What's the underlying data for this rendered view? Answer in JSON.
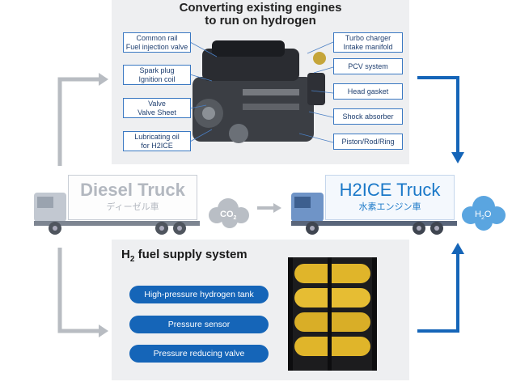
{
  "top_section": {
    "title_line1": "Converting existing engines",
    "title_line2": "to run on hydrogen",
    "left_labels": [
      {
        "line1": "Common rail",
        "line2": "Fuel injection valve"
      },
      {
        "line1": "Spark plug",
        "line2": "Ignition coil"
      },
      {
        "line1": "Valve",
        "line2": "Valve Sheet"
      },
      {
        "line1": "Lubricating oil",
        "line2": "for H2ICE"
      }
    ],
    "right_labels": [
      {
        "line1": "Turbo charger",
        "line2": "Intake manifold"
      },
      {
        "line1": "PCV system",
        "line2": ""
      },
      {
        "line1": "Head gasket",
        "line2": ""
      },
      {
        "line1": "Shock absorber",
        "line2": ""
      },
      {
        "line1": "Piston/Rod/Ring",
        "line2": ""
      }
    ]
  },
  "diesel_truck": {
    "name": "Diesel Truck",
    "name_jp": "ディーゼル車",
    "emission_main": "CO",
    "emission_sub": "2"
  },
  "h2ice_truck": {
    "name": "H2ICE Truck",
    "name_jp": "水素エンジン車",
    "emission_main": "H",
    "emission_sub": "2",
    "emission_tail": "O"
  },
  "bottom_section": {
    "title_main": "H",
    "title_sub": "2",
    "title_rest": " fuel supply system",
    "items": [
      "High-pressure hydrogen tank",
      "Pressure sensor",
      "Pressure reducing valve"
    ]
  },
  "colors": {
    "accent_blue": "#1565b8",
    "arrow_gray": "#b8bcc2",
    "panel_bg": "#eeeff1"
  }
}
